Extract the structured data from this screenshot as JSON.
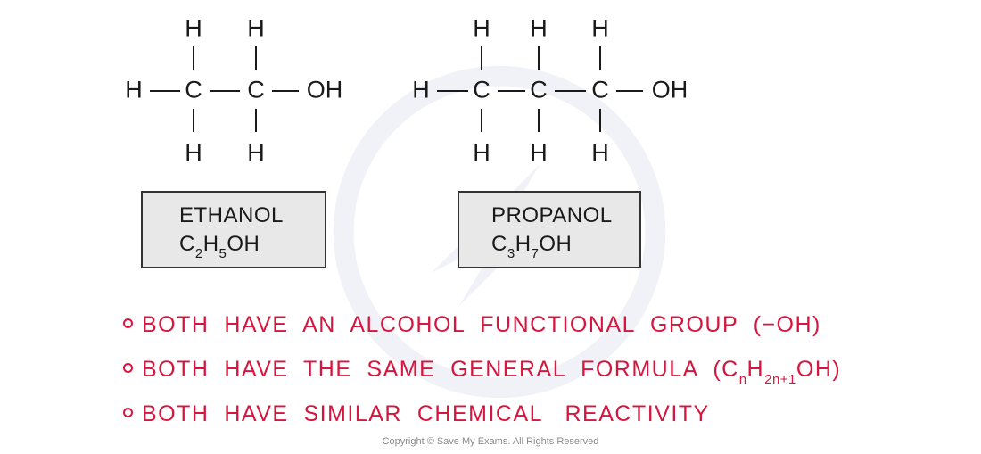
{
  "ethanol": {
    "left_h": "H",
    "c1": "C",
    "c2": "C",
    "oh": "OH",
    "top_h": [
      "H",
      "H"
    ],
    "bottom_h": [
      "H",
      "H"
    ],
    "name": "ETHANOL",
    "formula": {
      "c": "C",
      "c_sub": "2",
      "h": "H",
      "h_sub": "5",
      "tail": "OH"
    }
  },
  "propanol": {
    "left_h": "H",
    "c1": "C",
    "c2": "C",
    "c3": "C",
    "oh": "OH",
    "top_h": [
      "H",
      "H",
      "H"
    ],
    "bottom_h": [
      "H",
      "H",
      "H"
    ],
    "name": "PROPANOL",
    "formula": {
      "c": "C",
      "c_sub": "3",
      "h": "H",
      "h_sub": "7",
      "tail": "OH"
    }
  },
  "bullets": [
    {
      "text": "BOTH  HAVE  AN  ALCOHOL  FUNCTIONAL  GROUP  (−OH)"
    },
    {
      "text_before": "BOTH  HAVE  THE  SAME  GENERAL  FORMULA  (C",
      "sub1": "n",
      "mid": "H",
      "sub2": "2n+1",
      "text_after": "OH)"
    },
    {
      "text": "BOTH  HAVE  SIMILAR  CHEMICAL   REACTIVITY"
    }
  ],
  "colors": {
    "accent": "#d6163e",
    "box_fill": "#e8e8e8",
    "ink": "#1a1a1a"
  },
  "copyright": "Copyright © Save My Exams. All Rights Reserved"
}
